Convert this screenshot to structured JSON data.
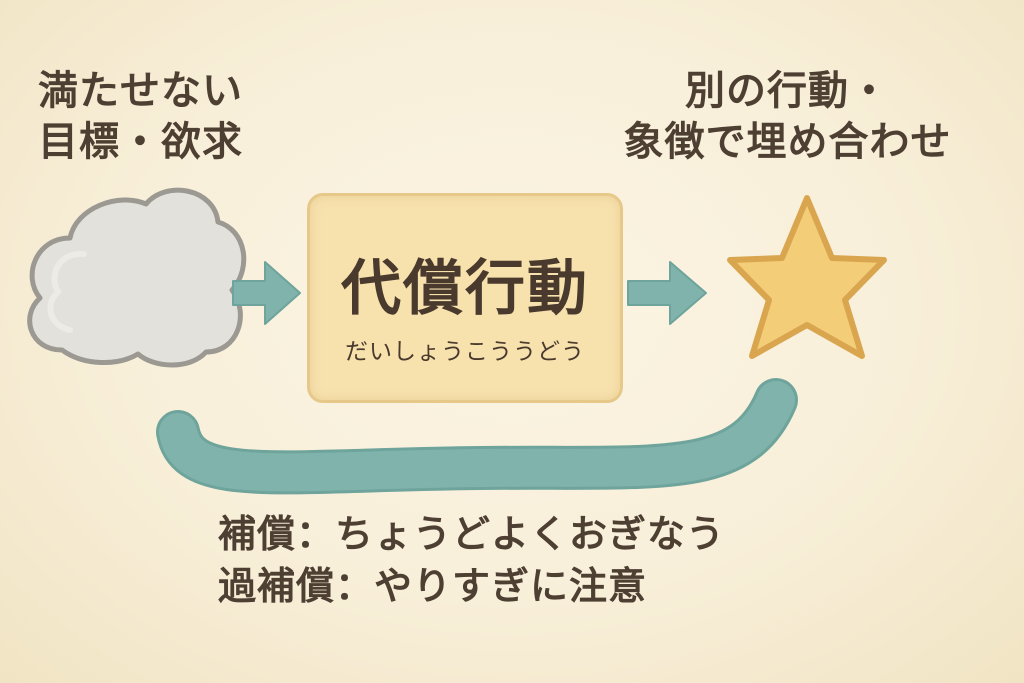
{
  "left_caption": {
    "line1": "満たせない",
    "line2": "目標・欲求"
  },
  "right_caption": {
    "line1": "別の行動・",
    "line2": "象徴で埋め合わせ"
  },
  "center": {
    "title": "代償行動",
    "reading": "だいしょうこううどう"
  },
  "notes": {
    "compensation": "補償：ちょうどよくおぎなう",
    "overcompensation": "過補償：やりすぎに注意"
  },
  "colors": {
    "background": "#f8f0dc",
    "box_fill": "#f7e1ad",
    "box_border": "#e6c889",
    "arrow": "#7fb3ab",
    "cloud_fill": "#e3e1db",
    "cloud_outline": "#9c9993",
    "star_fill": "#f3cd78",
    "star_outline": "#d9a64f",
    "text": "#4e3f33"
  },
  "icons": {
    "left": "cloud-icon",
    "right": "star-icon"
  }
}
